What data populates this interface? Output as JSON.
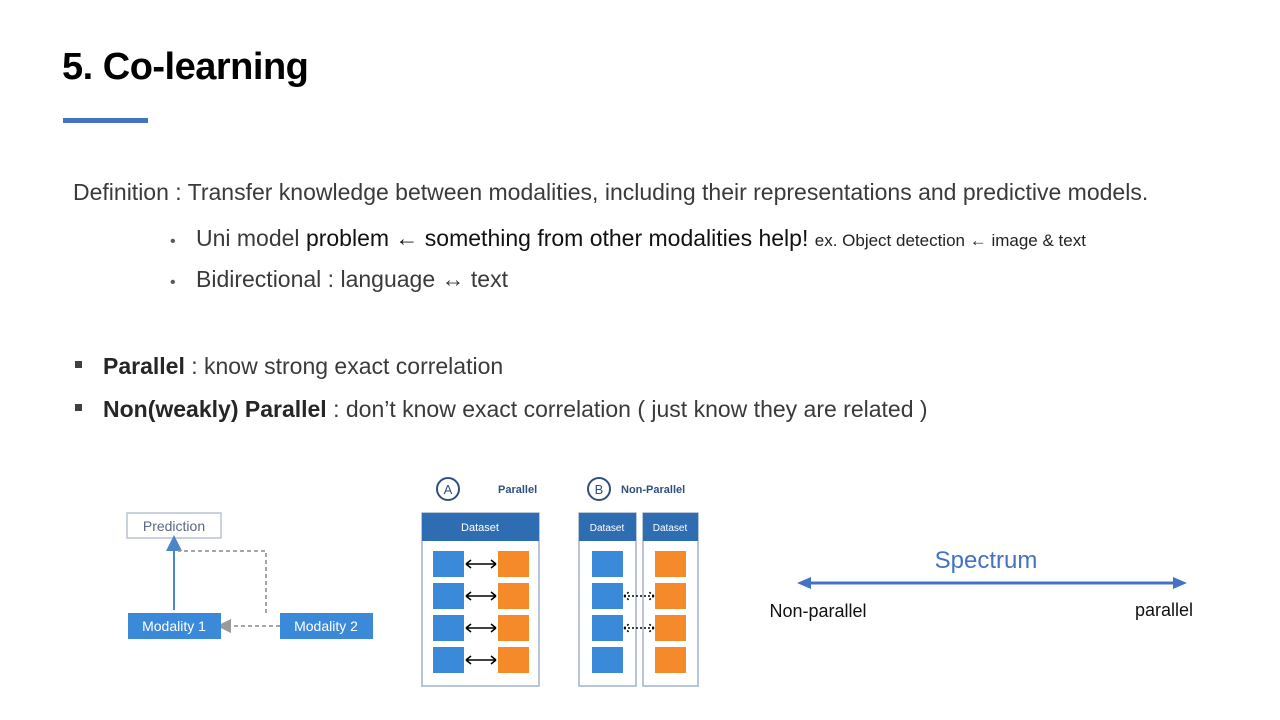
{
  "title": "5. Co-learning",
  "definition": {
    "label": "Definition : ",
    "text": "Transfer knowledge between modalities, including their representations and predictive models."
  },
  "sub_bullets": [
    {
      "part1": "Uni model ",
      "part2": "problem ",
      "arrow": "←",
      "part3": " something from other modalities help!",
      "note_prefix": "ex. Object detection ",
      "note_arrow": "←",
      "note_suffix": " image & text"
    },
    {
      "text": "Bidirectional : language ↔ text"
    }
  ],
  "points": [
    {
      "bold": "Parallel",
      "text": " : know strong exact correlation"
    },
    {
      "bold": "Non(weakly) Parallel",
      "text": " : don’t know exact correlation ( just know they are related )"
    }
  ],
  "diagram_left": {
    "prediction": "Prediction",
    "modality1": "Modality 1",
    "modality2": "Modality 2"
  },
  "diagram_parallel": {
    "badge": "A",
    "title": "Parallel",
    "dataset": "Dataset"
  },
  "diagram_nonparallel": {
    "badge": "B",
    "title": "Non-Parallel",
    "dataset_left": "Dataset",
    "dataset_right": "Dataset"
  },
  "spectrum": {
    "label": "Spectrum",
    "left": "Non-parallel",
    "right": "parallel"
  },
  "colors": {
    "accent": "#4472c4",
    "blue_box": "#3b8ad9",
    "orange_box": "#f58a2a",
    "header_blue": "#2f6db3"
  }
}
